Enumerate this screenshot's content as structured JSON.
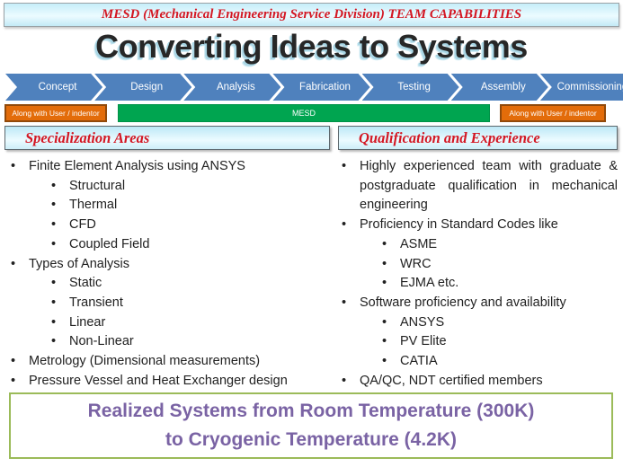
{
  "banner": {
    "title": "MESD (Mechanical Engineering Service Division) TEAM CAPABILITIES"
  },
  "title": "Converting Ideas to Systems",
  "process_flow": {
    "steps": [
      "Concept",
      "Design",
      "Analysis",
      "Fabrication",
      "Testing",
      "Assembly",
      "Commissioning"
    ],
    "arrow_color": "#4f81bd"
  },
  "ownership_bars": [
    {
      "label": "Along with User / indentor",
      "color": "#e36c0a"
    },
    {
      "label": "MESD",
      "color": "#00a550"
    },
    {
      "label": "Along with User / indentor",
      "color": "#e36c0a"
    }
  ],
  "left_panel": {
    "header": "Specialization Areas",
    "items": [
      {
        "level": 1,
        "text": "Finite Element Analysis using ANSYS"
      },
      {
        "level": 2,
        "text": "Structural"
      },
      {
        "level": 2,
        "text": "Thermal"
      },
      {
        "level": 2,
        "text": "CFD"
      },
      {
        "level": 2,
        "text": "Coupled Field"
      },
      {
        "level": 1,
        "text": "Types of Analysis"
      },
      {
        "level": 2,
        "text": "Static"
      },
      {
        "level": 2,
        "text": "Transient"
      },
      {
        "level": 2,
        "text": "Linear"
      },
      {
        "level": 2,
        "text": "Non-Linear"
      },
      {
        "level": 1,
        "text": "Metrology (Dimensional measurements)"
      },
      {
        "level": 1,
        "text": "Pressure Vessel and Heat Exchanger design"
      }
    ]
  },
  "right_panel": {
    "header": "Qualification and Experience",
    "items": [
      {
        "level": 1,
        "justify": true,
        "text": "Highly experienced team with graduate & postgraduate qualification in mechanical engineering"
      },
      {
        "level": 1,
        "text": "Proficiency in Standard Codes like"
      },
      {
        "level": 2,
        "text": "ASME"
      },
      {
        "level": 2,
        "text": "WRC"
      },
      {
        "level": 2,
        "text": "EJMA etc."
      },
      {
        "level": 1,
        "text": "Software proficiency and availability"
      },
      {
        "level": 2,
        "text": "ANSYS"
      },
      {
        "level": 2,
        "text": "PV Elite"
      },
      {
        "level": 2,
        "text": "CATIA"
      },
      {
        "level": 1,
        "text": "QA/QC, NDT certified members"
      }
    ]
  },
  "footer_box": {
    "line1": "Realized Systems from Room Temperature (300K)",
    "line2": "to Cryogenic Temperature (4.2K)",
    "text_color": "#7a63a4",
    "border_color": "#9bbb59"
  },
  "colors": {
    "banner_text": "#d31723",
    "header_gradient_top": "#bde8f6",
    "title_shadow": "#a9d6e5",
    "bullet_text": "#212121"
  }
}
